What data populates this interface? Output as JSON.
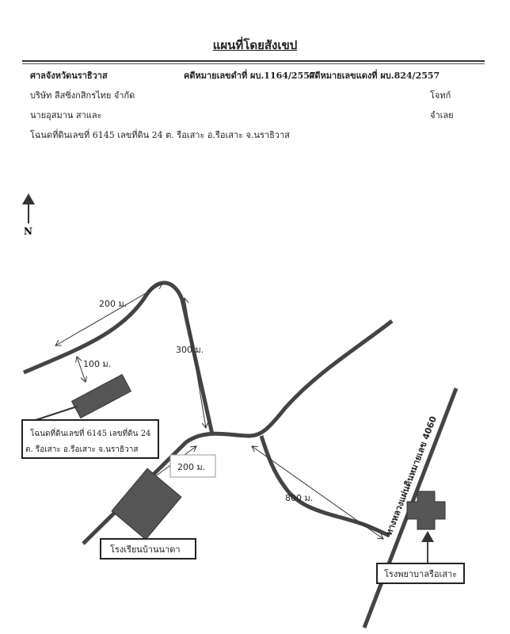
{
  "title": "แผนที่โดยสังเขป",
  "header": {
    "court": "ศาลจังหวัดนราธิวาส",
    "black_case": "คดีหมายเลขดำที่ ผบ.1164/2557",
    "red_case": "คดีหมายเลขแดงที่ ผบ.824/2557",
    "plaintiff_name": "บริษัท ลีสซิ่งกสิกรไทย จำกัด",
    "plaintiff_role": "โจทก์",
    "defendant_name": "นายอุสมาน สาและ",
    "defendant_role": "จำเลย",
    "land_deed": "โฉนดที่ดินเลขที่ 6145 เลขที่ดิน 24 ต. รือเสาะ อ.รือเสาะ จ.นราธิวาส"
  },
  "map": {
    "north": "N",
    "distances": {
      "d1": "200 ม.",
      "d2": "100 ม.",
      "d3": "300 ม.",
      "d4": "200 ม.",
      "d5": "800 ม."
    },
    "plot_label_line1": "โฉนดที่ดินเลขที่ 6145 เลขที่ดิน 24",
    "plot_label_line2": "ต. รือเสาะ อ.รือเสาะ จ.นราธิวาส",
    "school": "โรงเรียนบ้านนาดา",
    "hospital": "โรงพยาบาลรือเสาะ",
    "highway": "ทางหลวงแผ่นดินหมายเลข 4060"
  }
}
